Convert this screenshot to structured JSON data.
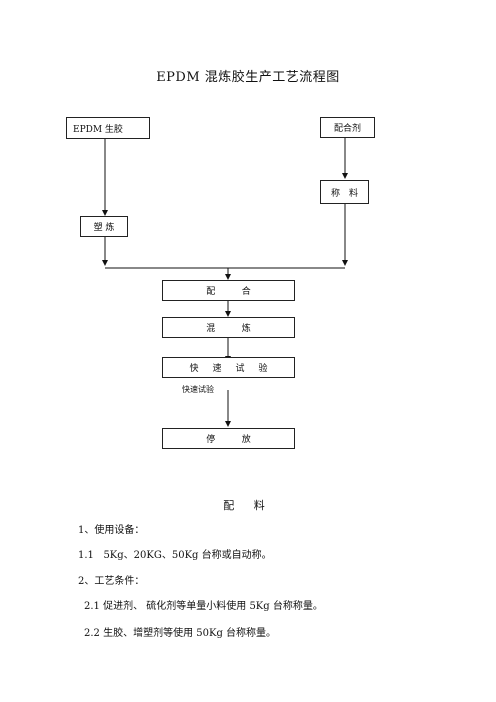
{
  "title": "EPDM 混炼胶生产工艺流程图",
  "flow": {
    "epdm_raw": "EPDM 生胶",
    "compounding_agent": "配合剂",
    "weighing": "称　料",
    "plasticating": "塑 炼",
    "compounding": [
      "配",
      "合"
    ],
    "mixing": [
      "混",
      "炼"
    ],
    "rapid_test": [
      "快",
      "速",
      "试",
      "验"
    ],
    "rapid_test_label": "快速试验",
    "parking": [
      "停",
      "放"
    ]
  },
  "section": {
    "heading": "配 料",
    "lines": [
      "1、使用设备：",
      "1.1   5Kg、20KG、50Kg 台称或自动称。",
      "2、工艺条件：",
      "2.1 促进剂、 硫化剂等单量小料使用 5Kg 台称称量。",
      "2.2 生胶、增塑剂等使用 50Kg 台称称量。"
    ]
  }
}
